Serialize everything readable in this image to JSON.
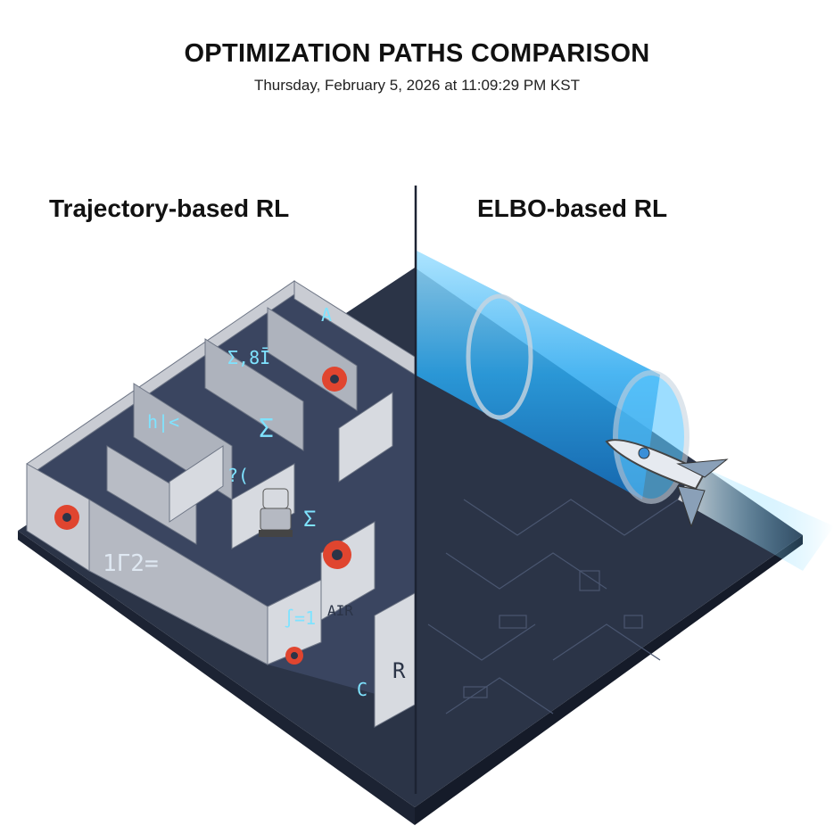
{
  "header": {
    "title": "OPTIMIZATION PATHS COMPARISON",
    "timestamp": "Thursday, February 5, 2026 at 11:09:29 PM KST"
  },
  "panels": {
    "left": {
      "label": "Trajectory-based RL"
    },
    "right": {
      "label": "ELBO-based RL"
    }
  },
  "maze_glyphs": [
    "A",
    "Σ,8Ī",
    "h|<",
    "Σ",
    "1Γ2=",
    "Σ",
    "∫=1",
    "AIR",
    "R",
    "C",
    "?("
  ],
  "colors": {
    "platform": "#2b3447",
    "maze_wall": "#c9ccd3",
    "maze_floor": "#3a4560",
    "glow": "#7fe3ff",
    "tube": "#2aa8ef",
    "gear": "#e0452f",
    "divider": "#1c2333"
  }
}
